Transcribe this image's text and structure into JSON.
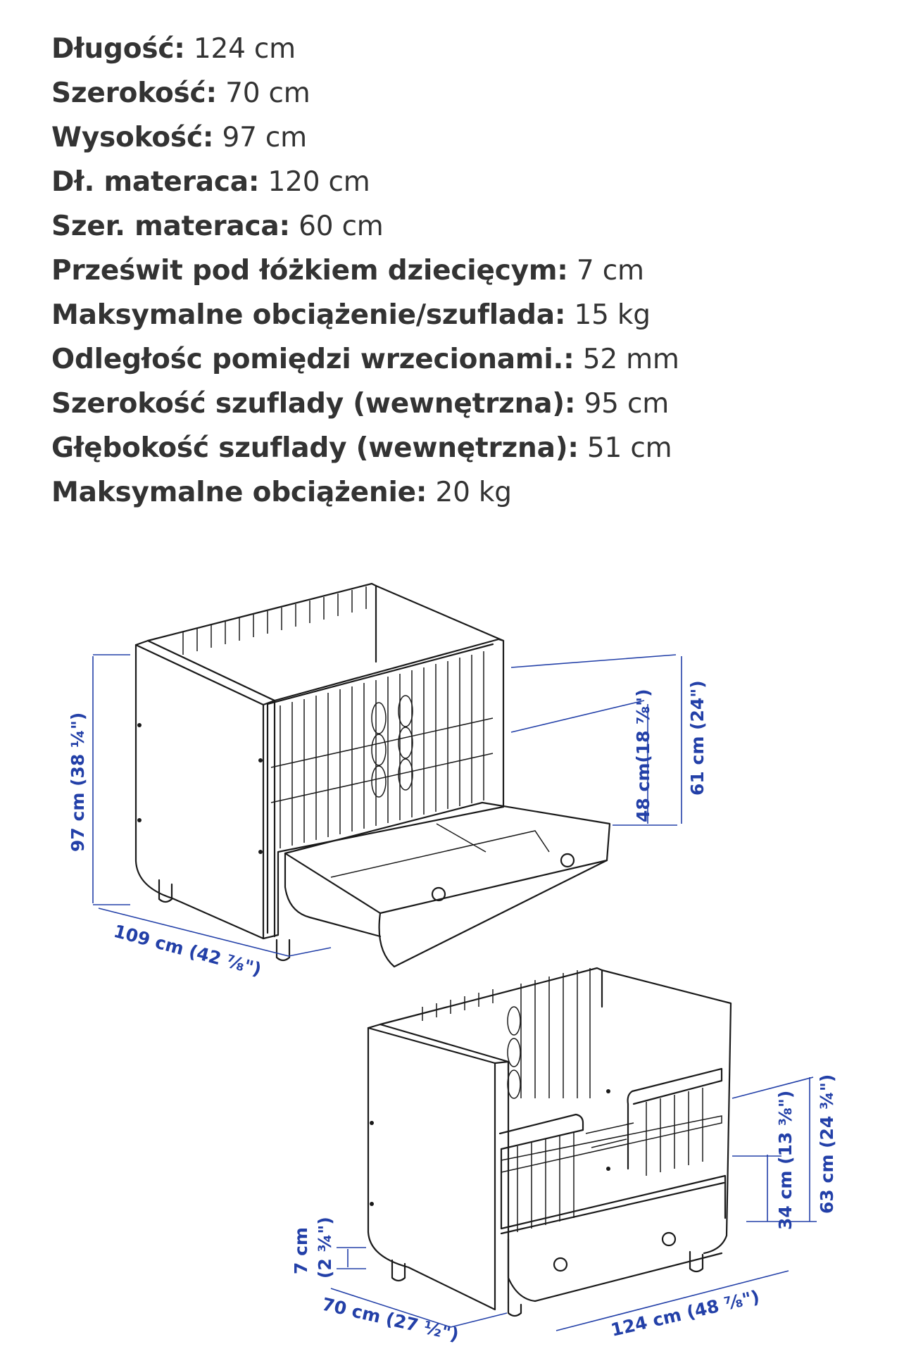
{
  "specs": [
    {
      "label": "Długość:",
      "value": "124 cm"
    },
    {
      "label": "Szerokość:",
      "value": "70 cm"
    },
    {
      "label": "Wysokość:",
      "value": "97 cm"
    },
    {
      "label": "Dł. materaca:",
      "value": "120 cm"
    },
    {
      "label": "Szer. materaca:",
      "value": "60 cm"
    },
    {
      "label": "Prześwit pod łóżkiem dziecięcym:",
      "value": "7 cm"
    },
    {
      "label": "Maksymalne obciążenie/szuflada:",
      "value": "15 kg"
    },
    {
      "label": "Odległośc pomiędzi wrzecionami.:",
      "value": "52 mm"
    },
    {
      "label": "Szerokość szuflady (wewnętrzna):",
      "value": "95 cm"
    },
    {
      "label": "Głębokość szuflady (wewnętrzna):",
      "value": "51 cm"
    },
    {
      "label": "Maksymalne obciążenie:",
      "value": "20 kg"
    }
  ],
  "diagram": {
    "dimension_color": "#2340a8",
    "line_color": "#1a1a1a",
    "top_view": {
      "height_label": "97 cm (38 ¼\")",
      "depth_label": "109 cm (42 ⅞\")",
      "mattress_height_label": "48 cm(18 ⅞\")",
      "side_height_label": "61 cm (24\")"
    },
    "bottom_view": {
      "side_low_label": "34 cm (13 ⅜\")",
      "side_high_label": "63 cm (24 ¾\")",
      "clearance_label_line1": "7 cm",
      "clearance_label_line2": "(2 ¾\")",
      "width_label": "70 cm (27 ½\")",
      "length_label": "124 cm (48 ⅞\")"
    }
  }
}
